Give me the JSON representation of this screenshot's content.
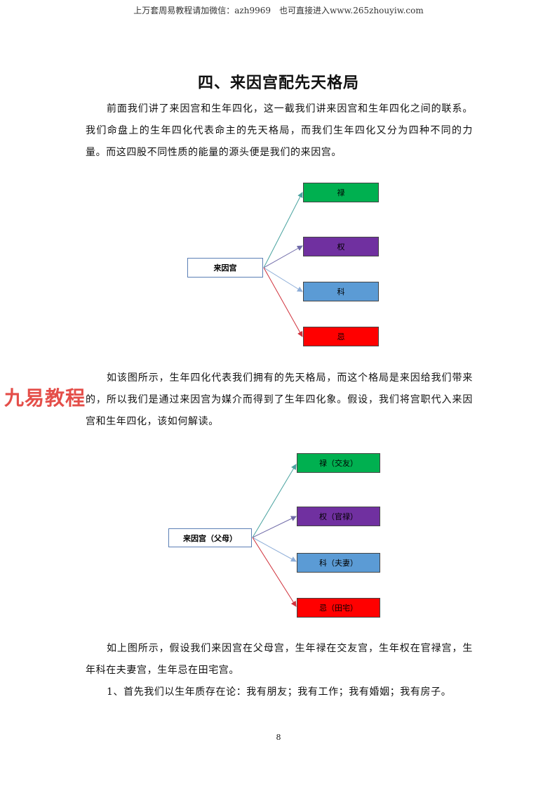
{
  "header": {
    "text": "上万套周易教程请加微信：azh9969　也可直接进入www.265zhouyiw.com"
  },
  "title": "四、来因宫配先天格局",
  "paragraphs": {
    "p1": "前面我们讲了来因宫和生年四化，这一截我们讲来因宫和生年四化之间的联系。我们命盘上的生年四化代表命主的先天格局，而我们生年四化又分为四种不同的力量。而这四股不同性质的能量的源头便是我们的来因宫。",
    "p2": "如该图所示，生年四化代表我们拥有的先天格局，而这个格局是来因给我们带来的，所以我们是通过来因宫为媒介而得到了生年四化象。假设，我们将宫职代入来因宫和生年四化，该如何解读。",
    "p3": "如上图所示，假设我们来因宫在父母宫，生年禄在交友宫，生年权在官禄宫，生年科在夫妻宫，生年忌在田宅宫。",
    "p4": "1、首先我们以生年质存在论：我有朋友；我有工作；我有婚姻；我有房子。"
  },
  "diagram1": {
    "source": "来因宫",
    "targets": [
      {
        "label": "禄",
        "color": "#00b050"
      },
      {
        "label": "权",
        "color": "#7030a0"
      },
      {
        "label": "科",
        "color": "#5b9bd5"
      },
      {
        "label": "忌",
        "color": "#ff0000"
      }
    ]
  },
  "diagram2": {
    "source": "来因宫（父母）",
    "targets": [
      {
        "label": "禄（交友）",
        "color": "#00b050"
      },
      {
        "label": "权（官禄）",
        "color": "#7030a0"
      },
      {
        "label": "科（夫妻）",
        "color": "#5b9bd5"
      },
      {
        "label": "忌（田宅）",
        "color": "#ff0000"
      }
    ]
  },
  "arrow_colors": [
    "#4aa3a0",
    "#6f6aa8",
    "#8eaed8",
    "#d0303a"
  ],
  "watermark": "九易教程",
  "page_number": "8"
}
